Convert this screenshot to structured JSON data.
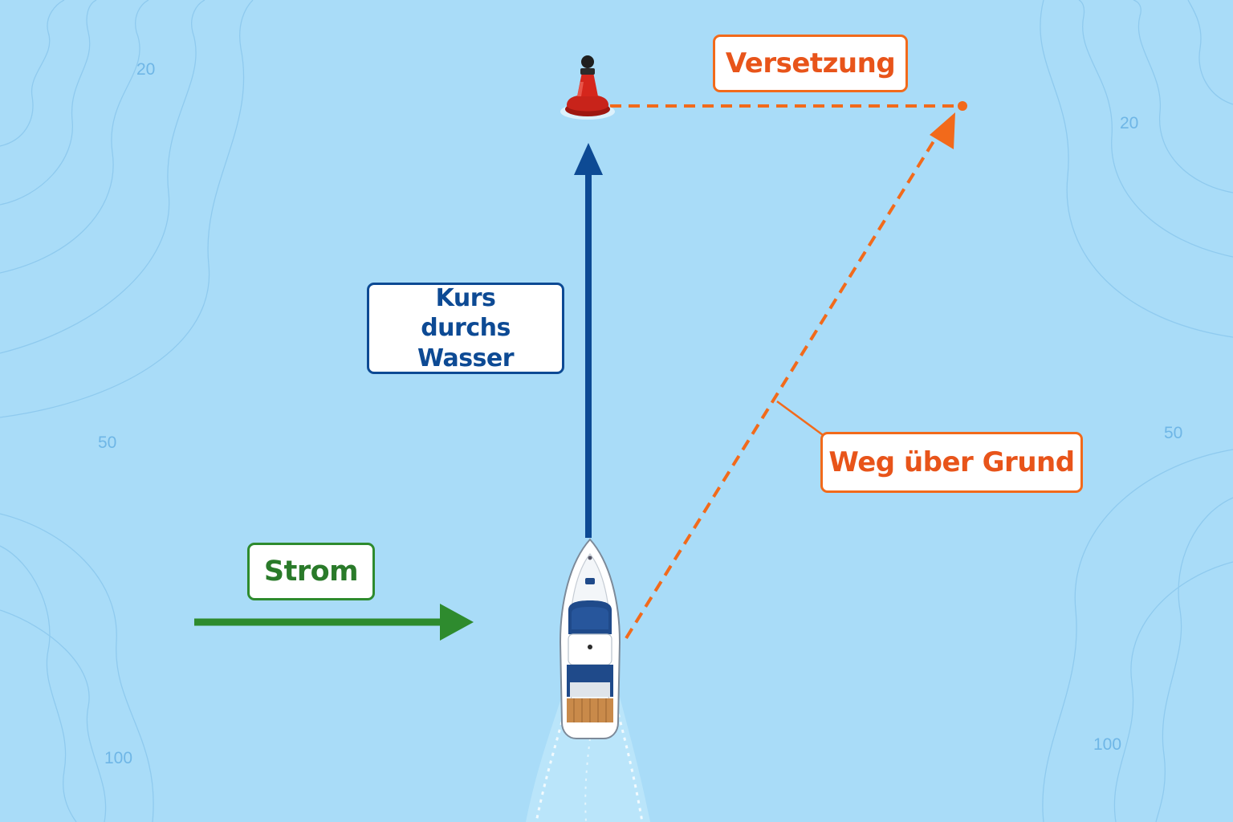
{
  "labels": {
    "versetzung": "Versetzung",
    "kurs_line1": "Kurs",
    "kurs_line2": "durchs Wasser",
    "strom": "Strom",
    "weg": "Weg über Grund"
  },
  "depths": {
    "top_left": "20",
    "top_right": "20",
    "mid_left": "50",
    "mid_right": "50",
    "bottom_left": "100",
    "bottom_right": "100"
  },
  "colors": {
    "water": "#a9dcf8",
    "contour": "#8dc9ee",
    "course": "#0d4a94",
    "current": "#2e8b2e",
    "drift": "#f26a1b",
    "buoy": "#d5261c",
    "boat_canopy": "#1f4a8a",
    "boat_deck": "#c98a4a"
  },
  "icons": {
    "buoy": "buoy-icon",
    "boat": "motorboat-icon"
  }
}
